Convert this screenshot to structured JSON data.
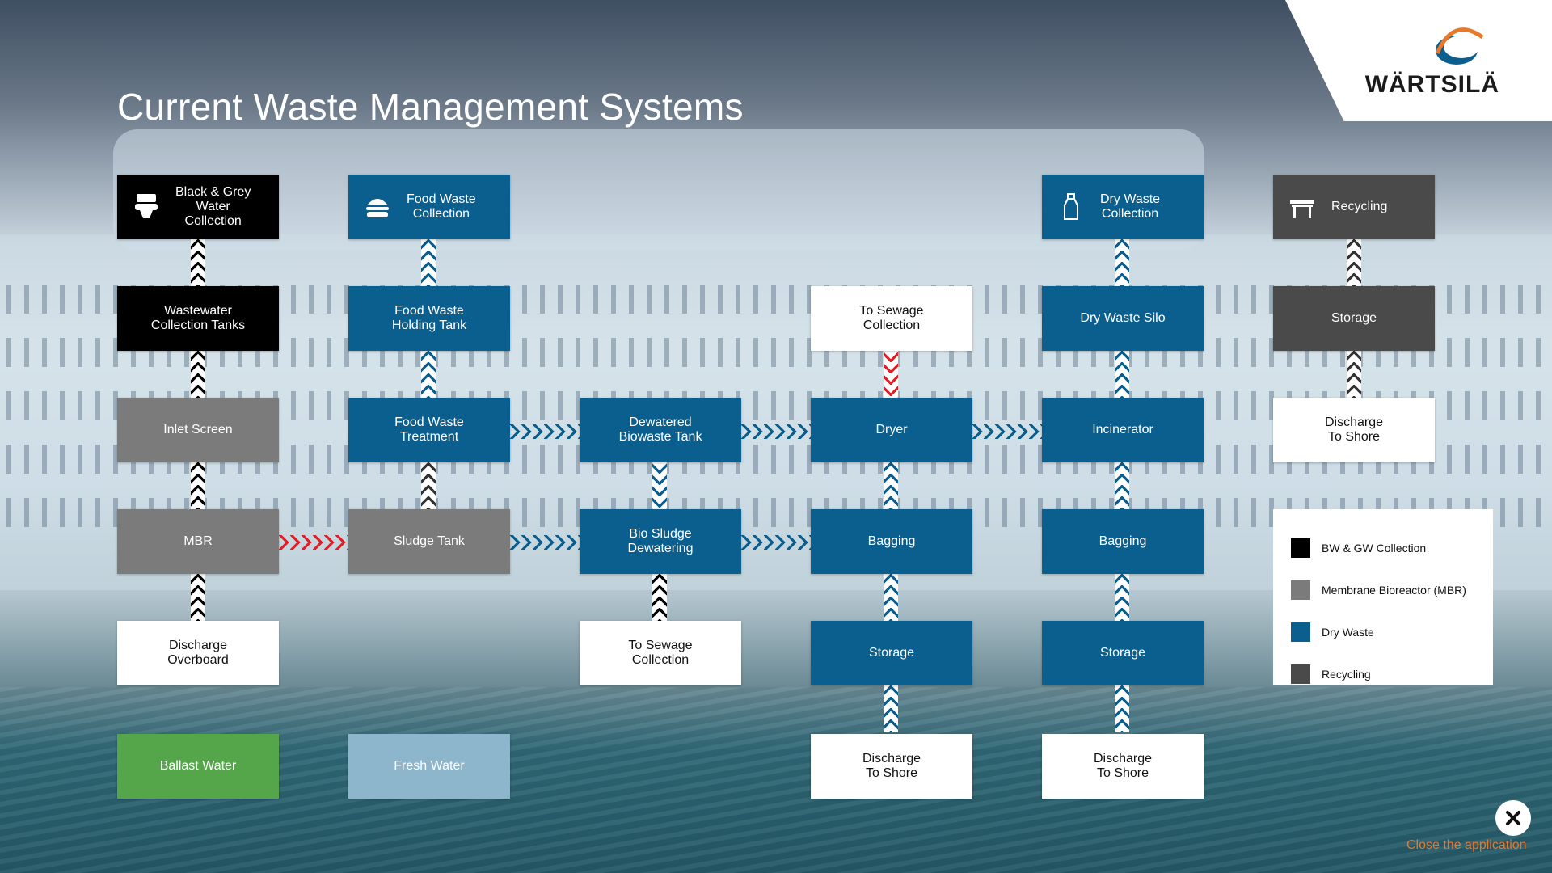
{
  "page": {
    "title": "Current Waste Management Systems"
  },
  "brand": {
    "name": "WÄRTSILÄ",
    "colors": {
      "blue": "#0b5f8e",
      "orange": "#e8782a"
    }
  },
  "boxes": {
    "c1": {
      "bgw_collection": "Black & Grey\nWater\nCollection",
      "wastewater_tanks": "Wastewater\nCollection Tanks",
      "inlet_screen": "Inlet Screen",
      "mbr": "MBR",
      "discharge_overboard": "Discharge\nOverboard",
      "ballast_water": "Ballast Water"
    },
    "c2": {
      "food_collection": "Food Waste\nCollection",
      "food_holding": "Food Waste\nHolding Tank",
      "food_treatment": "Food Waste\nTreatment",
      "sludge_tank": "Sludge Tank",
      "fresh_water": "Fresh Water"
    },
    "c3": {
      "dewatered_tank": "Dewatered\nBiowaste Tank",
      "bio_sludge": "Bio Sludge\nDewatering",
      "to_sewage": "To Sewage\nCollection"
    },
    "c4": {
      "to_sewage": "To Sewage\nCollection",
      "dryer": "Dryer",
      "bagging": "Bagging",
      "storage": "Storage",
      "discharge": "Discharge\nTo Shore"
    },
    "c5": {
      "dry_collection": "Dry Waste\nCollection",
      "dry_silo": "Dry Waste Silo",
      "incinerator": "Incinerator",
      "bagging": "Bagging",
      "storage": "Storage",
      "discharge": "Discharge\nTo Shore"
    },
    "c6": {
      "recycling": "Recycling",
      "storage": "Storage",
      "discharge": "Discharge\nTo Shore"
    }
  },
  "legend": [
    {
      "label": "BW & GW Collection",
      "color": "#000000"
    },
    {
      "label": "Membrane Bioreactor (MBR)",
      "color": "#7b7b7b"
    },
    {
      "label": "Dry Waste",
      "color": "#0b5f8e"
    },
    {
      "label": "Recycling",
      "color": "#4a4a4a"
    }
  ],
  "close": {
    "label": "Close the application"
  },
  "icons": [
    "toilet-icon",
    "burger-icon",
    "bottle-icon",
    "table-icon",
    "close-icon",
    "wartsila-logo-icon"
  ]
}
